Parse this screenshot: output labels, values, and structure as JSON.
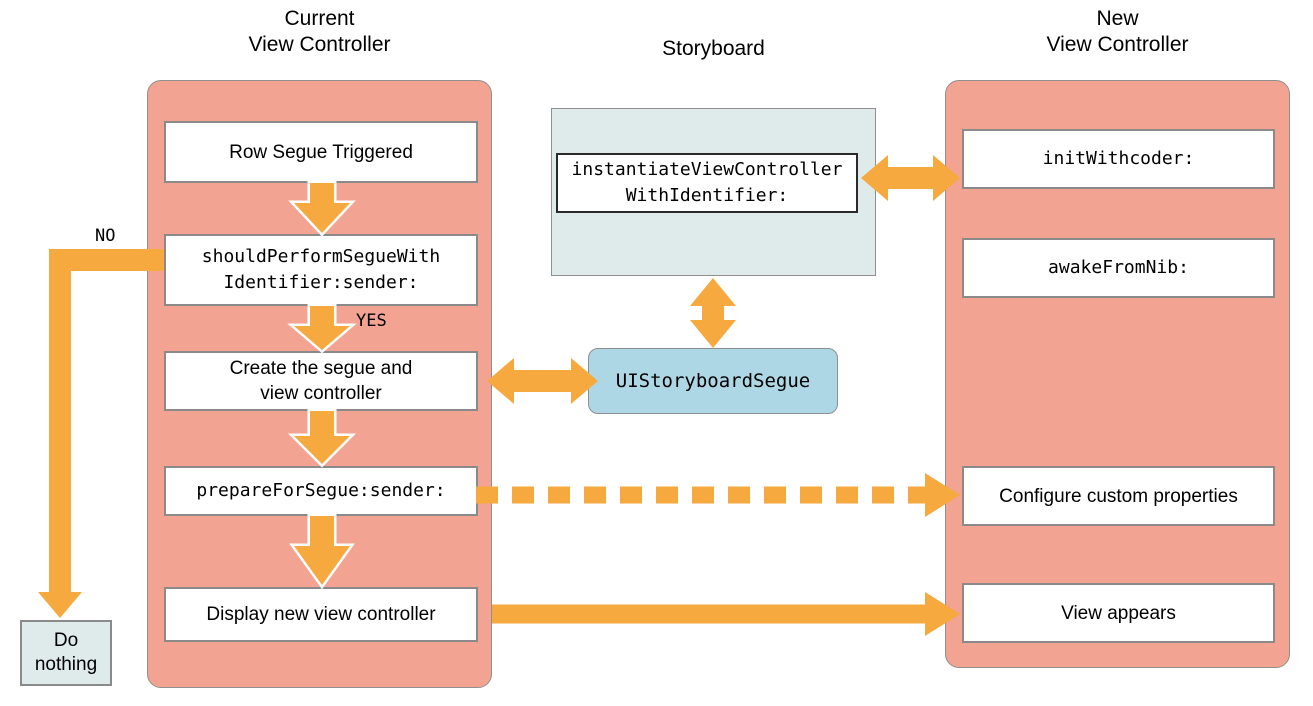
{
  "diagram": {
    "title_hidden": "iOS Storyboard Segue Lifecycle Flow",
    "colors": {
      "controller_fill": "#f2a391",
      "storyboard_fill": "#dfeaea",
      "segue_fill": "#aed7e6",
      "arrow_orange": "#f5a93f",
      "box_border": "#8a8a8a",
      "box_fill": "#ffffff",
      "text": "#000000"
    },
    "columns": [
      {
        "id": "current-view-controller",
        "title": "Current\nView Controller"
      },
      {
        "id": "storyboard",
        "title": "Storyboard"
      },
      {
        "id": "new-view-controller",
        "title": "New\nView Controller"
      }
    ],
    "current_controller_steps": [
      {
        "id": "row-segue-triggered",
        "label": "Row Segue Triggered",
        "mono": false
      },
      {
        "id": "should-perform-segue",
        "label": "shouldPerformSegueWith\nIdentifier:sender:",
        "mono": true
      },
      {
        "id": "create-segue",
        "label": "Create the segue and\nview controller",
        "mono": false
      },
      {
        "id": "prepare-for-segue",
        "label": "prepareForSegue:sender:",
        "mono": true
      },
      {
        "id": "display-new-view-controller",
        "label": "Display new view controller",
        "mono": false
      }
    ],
    "storyboard_steps": [
      {
        "id": "instantiate-view-controller",
        "label": "instantiateViewController\nWithIdentifier:",
        "mono": true
      }
    ],
    "segue_object": {
      "id": "ui-storyboard-segue",
      "label": "UIStoryboardSegue"
    },
    "new_controller_steps": [
      {
        "id": "init-with-coder",
        "label": "initWithcoder:",
        "mono": true
      },
      {
        "id": "awake-from-nib",
        "label": "awakeFromNib:",
        "mono": true
      },
      {
        "id": "configure-custom-properties",
        "label": "Configure custom properties",
        "mono": false
      },
      {
        "id": "view-appears",
        "label": "View appears",
        "mono": false
      }
    ],
    "terminal_node": {
      "id": "do-nothing",
      "label": "Do\nnothing"
    },
    "edge_labels": [
      {
        "id": "no-branch",
        "label": "NO"
      },
      {
        "id": "yes-branch",
        "label": "YES"
      }
    ]
  }
}
